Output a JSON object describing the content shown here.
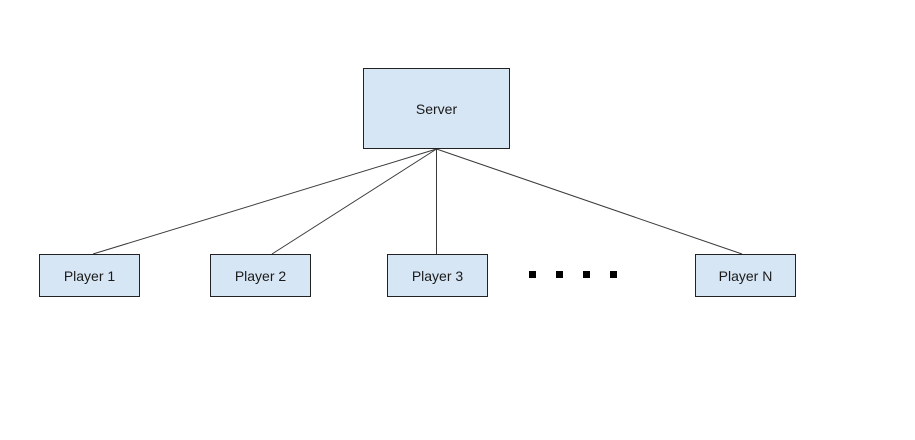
{
  "nodes": {
    "server": {
      "label": "Server"
    },
    "players": [
      {
        "label": "Player 1"
      },
      {
        "label": "Player 2"
      },
      {
        "label": "Player 3"
      },
      {
        "label": "Player N"
      }
    ]
  },
  "ellipsis": {
    "dot_count": 4,
    "symbol": "square-bullet"
  },
  "connections": [
    {
      "from": "Server",
      "to": "Player 1"
    },
    {
      "from": "Server",
      "to": "Player 2"
    },
    {
      "from": "Server",
      "to": "Player 3"
    },
    {
      "from": "Server",
      "to": "Player N"
    }
  ],
  "colors": {
    "background": "#ffffff",
    "node_fill": "#d7e6f4",
    "node_border": "#222222",
    "connector": "#3a3a3a",
    "text": "#1a1a1a"
  }
}
